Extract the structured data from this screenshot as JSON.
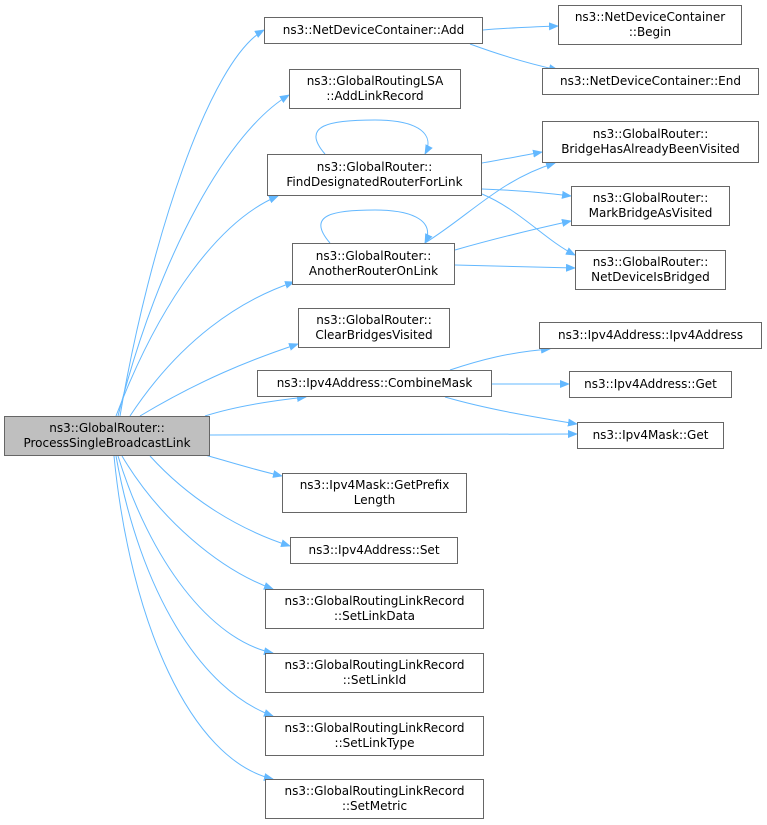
{
  "graph": {
    "edge_color": "#63b8ff",
    "nodes": {
      "root": [
        "ns3::GlobalRouter::",
        "ProcessSingleBroadcastLink"
      ],
      "ndc_add": [
        "ns3::NetDeviceContainer::Add"
      ],
      "ndc_begin": [
        "ns3::NetDeviceContainer",
        "::Begin"
      ],
      "ndc_end": [
        "ns3::NetDeviceContainer::End"
      ],
      "lsa_add": [
        "ns3::GlobalRoutingLSA",
        "::AddLinkRecord"
      ],
      "find_dr": [
        "ns3::GlobalRouter::",
        "FindDesignatedRouterForLink"
      ],
      "bridge_visited": [
        "ns3::GlobalRouter::",
        "BridgeHasAlreadyBeenVisited"
      ],
      "mark_bridge": [
        "ns3::GlobalRouter::",
        "MarkBridgeAsVisited"
      ],
      "another_router": [
        "ns3::GlobalRouter::",
        "AnotherRouterOnLink"
      ],
      "nd_bridged": [
        "ns3::GlobalRouter::",
        "NetDeviceIsBridged"
      ],
      "clear_bridges": [
        "ns3::GlobalRouter::",
        "ClearBridgesVisited"
      ],
      "ipv4_ctor": [
        "ns3::Ipv4Address::Ipv4Address"
      ],
      "combine_mask": [
        "ns3::Ipv4Address::CombineMask"
      ],
      "ipv4_get": [
        "ns3::Ipv4Address::Get"
      ],
      "mask_get": [
        "ns3::Ipv4Mask::Get"
      ],
      "prefix_len": [
        "ns3::Ipv4Mask::GetPrefix",
        "Length"
      ],
      "ipv4_set": [
        "ns3::Ipv4Address::Set"
      ],
      "set_link_data": [
        "ns3::GlobalRoutingLinkRecord",
        "::SetLinkData"
      ],
      "set_link_id": [
        "ns3::GlobalRoutingLinkRecord",
        "::SetLinkId"
      ],
      "set_link_type": [
        "ns3::GlobalRoutingLinkRecord",
        "::SetLinkType"
      ],
      "set_metric": [
        "ns3::GlobalRoutingLinkRecord",
        "::SetMetric"
      ]
    },
    "edges": [
      [
        "root",
        "ndc_add"
      ],
      [
        "root",
        "lsa_add"
      ],
      [
        "root",
        "find_dr"
      ],
      [
        "root",
        "another_router"
      ],
      [
        "root",
        "clear_bridges"
      ],
      [
        "root",
        "combine_mask"
      ],
      [
        "root",
        "mask_get"
      ],
      [
        "root",
        "prefix_len"
      ],
      [
        "root",
        "ipv4_set"
      ],
      [
        "root",
        "set_link_data"
      ],
      [
        "root",
        "set_link_id"
      ],
      [
        "root",
        "set_link_type"
      ],
      [
        "root",
        "set_metric"
      ],
      [
        "ndc_add",
        "ndc_begin"
      ],
      [
        "ndc_add",
        "ndc_end"
      ],
      [
        "find_dr",
        "find_dr"
      ],
      [
        "find_dr",
        "bridge_visited"
      ],
      [
        "find_dr",
        "mark_bridge"
      ],
      [
        "find_dr",
        "nd_bridged"
      ],
      [
        "another_router",
        "another_router"
      ],
      [
        "another_router",
        "bridge_visited"
      ],
      [
        "another_router",
        "mark_bridge"
      ],
      [
        "another_router",
        "nd_bridged"
      ],
      [
        "combine_mask",
        "ipv4_ctor"
      ],
      [
        "combine_mask",
        "ipv4_get"
      ],
      [
        "combine_mask",
        "mask_get"
      ]
    ]
  }
}
